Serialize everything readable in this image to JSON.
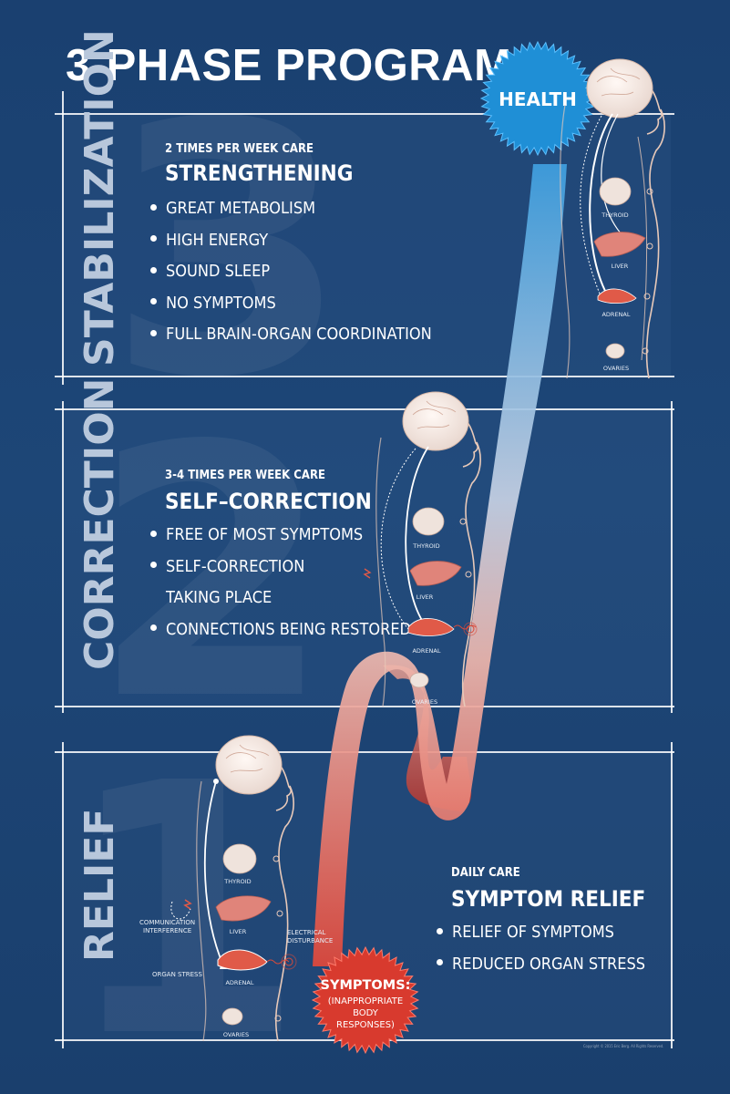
{
  "title": "3-PHASE PROGRAM",
  "health_label": "HEALTH",
  "symptoms_burst": {
    "title": "SYMPTOMS:",
    "lines": [
      "(INAPPROPRIATE",
      "BODY",
      "RESPONSES)"
    ]
  },
  "phases": [
    {
      "id": "stabilization",
      "number": "3",
      "label": "STABILIZATION",
      "frequency": "2 TIMES PER WEEK CARE",
      "heading": "STRENGTHENING",
      "bullets": [
        "GREAT METABOLISM",
        "HIGH ENERGY",
        "SOUND SLEEP",
        "NO SYMPTOMS",
        "FULL BRAIN-ORGAN COORDINATION"
      ],
      "organs": [
        "THYROID",
        "LIVER",
        "ADRENAL",
        "OVARIES"
      ]
    },
    {
      "id": "correction",
      "number": "2",
      "label": "CORRECTION",
      "frequency": "3-4 TIMES PER WEEK CARE",
      "heading": "SELF–CORRECTION",
      "bullets": [
        "FREE OF MOST SYMPTOMS",
        "SELF-CORRECTION",
        "CONNECTIONS BEING RESTORED"
      ],
      "bullet_continuation": "TAKING PLACE",
      "organs": [
        "THYROID",
        "LIVER",
        "ADRENAL",
        "OVARIES"
      ]
    },
    {
      "id": "relief",
      "number": "1",
      "label": "RELIEF",
      "frequency": "DAILY CARE",
      "heading": "SYMPTOM RELIEF",
      "bullets": [
        "RELIEF OF SYMPTOMS",
        "REDUCED ORGAN STRESS"
      ],
      "organs": [
        "THYROID",
        "LIVER",
        "ADRENAL",
        "OVARIES"
      ],
      "callouts": {
        "communication": [
          "COMMUNICATION",
          "INTERFERENCE"
        ],
        "electrical": [
          "ELECTRICAL",
          "DISTURBANCE"
        ],
        "organ_stress": "ORGAN STRESS"
      }
    }
  ],
  "copyright": "Copyright © 2015 Eric Berg. All Rights Reserved.",
  "colors": {
    "background": "#1d4677",
    "health_burst": "#1f8fd6",
    "symptoms_burst": "#d83a2e",
    "ribbon_top": "#3fa0e0",
    "ribbon_bottom": "#e2483a",
    "panel_label": "#b8c7db",
    "liver": "#e0847a",
    "adrenal": "#e05a48",
    "organ_pale": "#efe3dc"
  }
}
